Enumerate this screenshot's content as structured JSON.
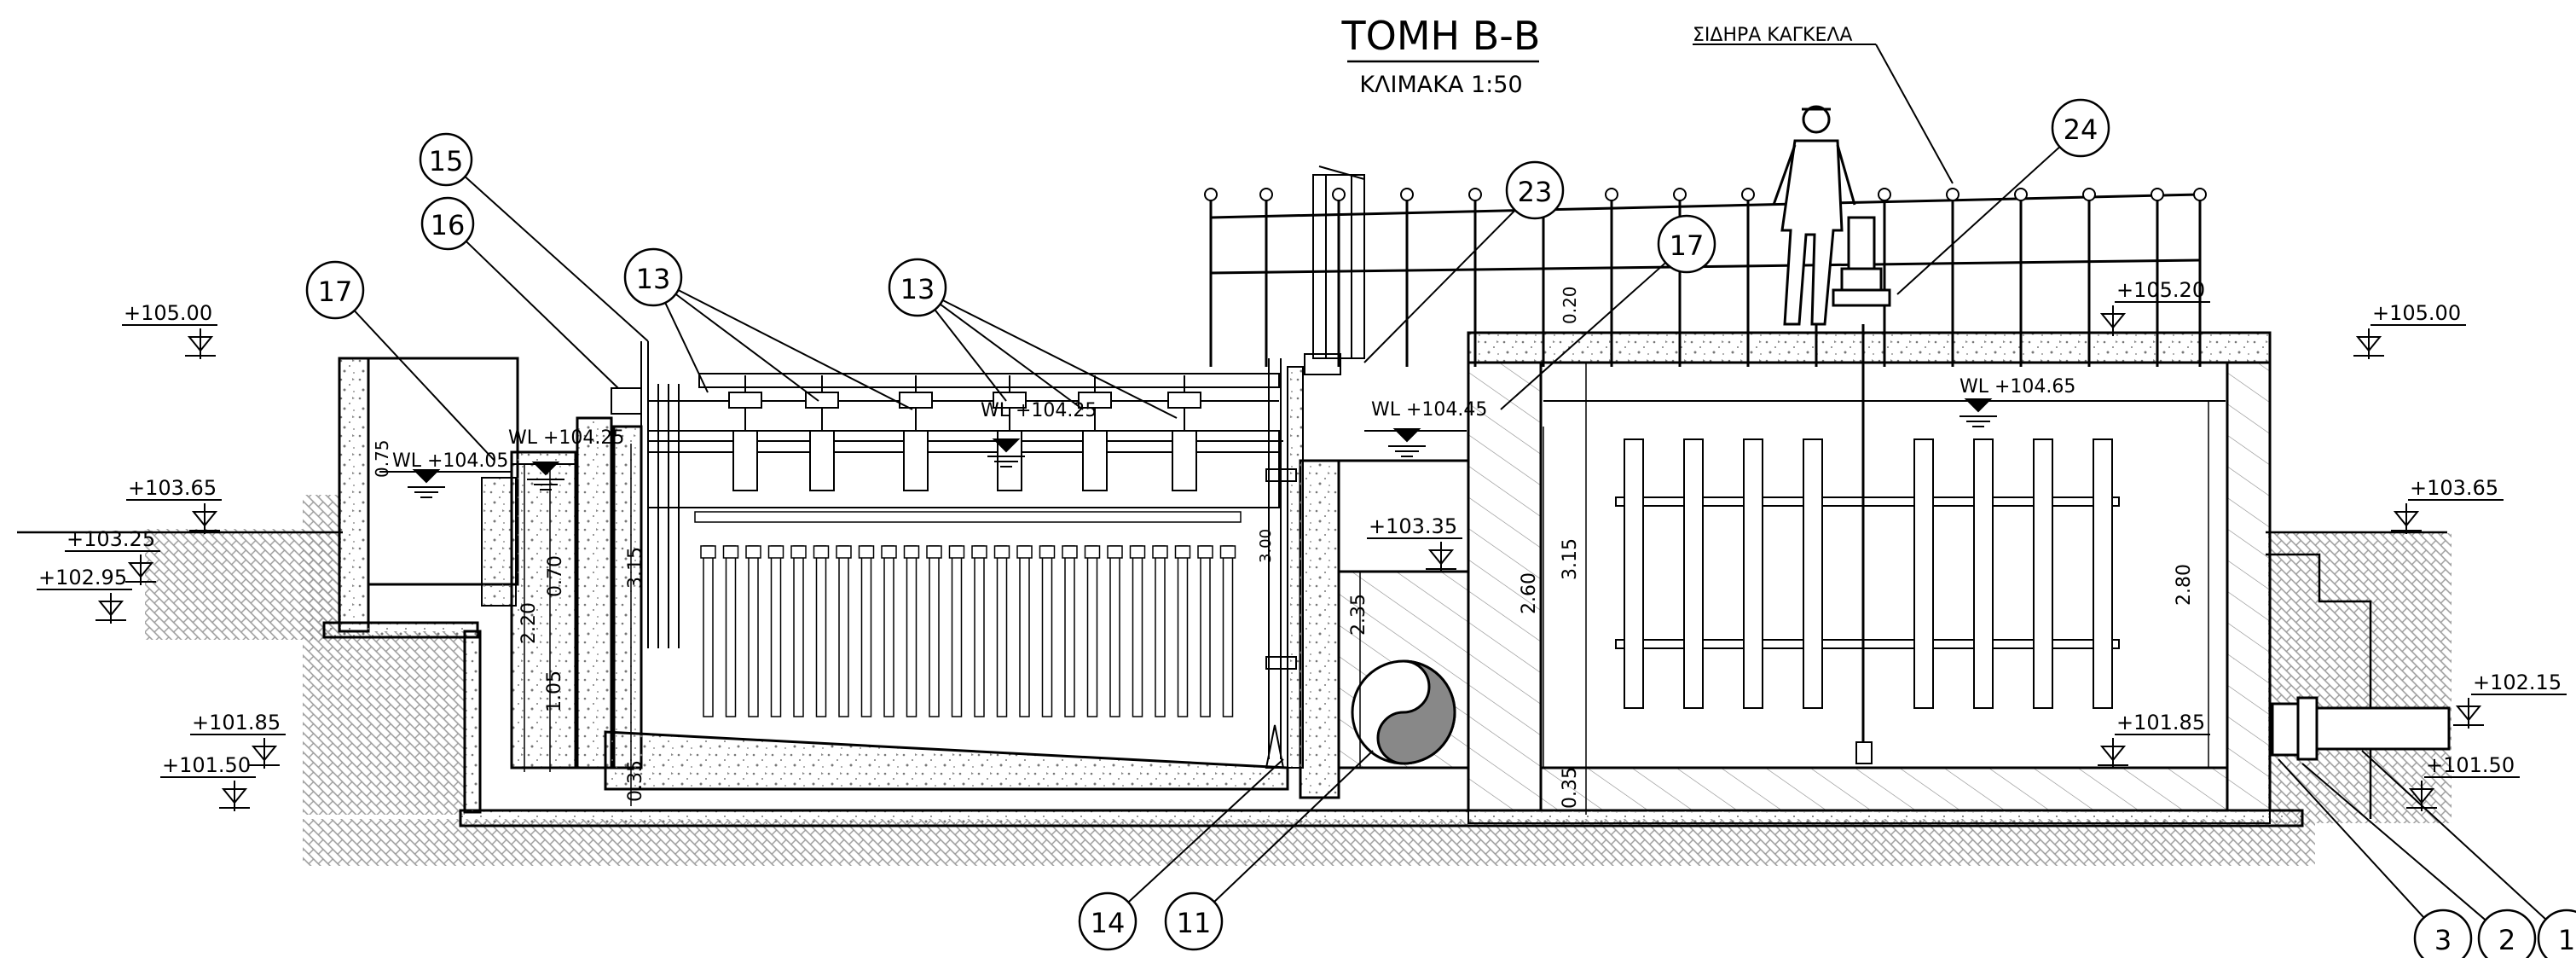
{
  "title": "ΤΟΜΗ Β-Β",
  "scale": "ΚΛΙΜΑΚΑ 1:50",
  "note_railing": "ΣΙΔΗΡΑ ΚΑΓΚΕΛΑ",
  "elevations": {
    "left_top": "+105.00",
    "left_ground": "+103.65",
    "left_mid": "+103.25",
    "left_low": "+102.95",
    "left_bottom1": "+101.85",
    "left_bottom2": "+101.50",
    "mid_channel": "+103.35",
    "right_slab": "+105.20",
    "right_top": "+105.00",
    "right_ground": "+103.65",
    "right_floor": "+101.85",
    "pipe_top": "+102.15",
    "pipe_bottom": "+101.50"
  },
  "water_levels": {
    "wl1": "WL +104.05",
    "wl2": "WL +104.25",
    "wl3": "WL +104.25",
    "wl4": "WL +104.45",
    "wl5": "WL +104.65"
  },
  "dimensions": {
    "d_075": "0.75",
    "d_070": "0.70",
    "d_315a": "3.15",
    "d_220": "2.20",
    "d_105": "1.05",
    "d_035a": "0.35",
    "d_300": "3.00",
    "d_235": "2.35",
    "d_260": "2.60",
    "d_315b": "3.15",
    "d_020": "0.20",
    "d_035b": "0.35",
    "d_280": "2.80"
  },
  "callouts": {
    "c15": "15",
    "c16": "16",
    "c17a": "17",
    "c13a": "13",
    "c13b": "13",
    "c23": "23",
    "c17b": "17",
    "c24": "24",
    "c14": "14",
    "c11": "11",
    "c3": "3",
    "c2": "2",
    "c1": "1"
  },
  "colors": {
    "ink": "#000000",
    "paper": "#ffffff",
    "soil": "#bdbdbd"
  }
}
